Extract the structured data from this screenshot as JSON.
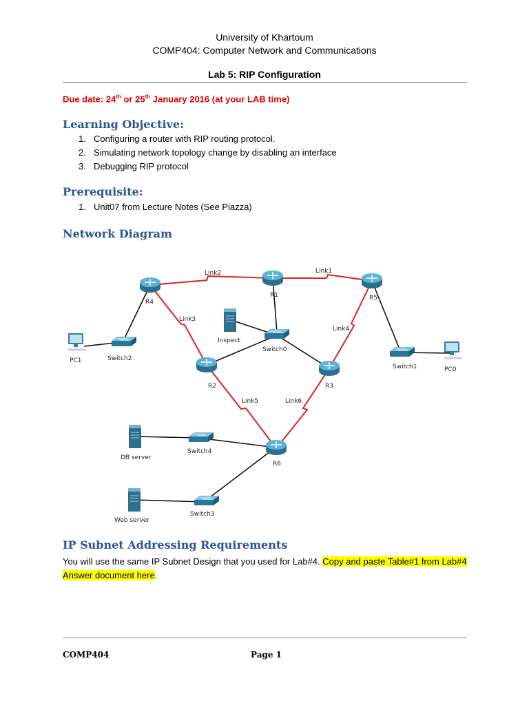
{
  "header": {
    "university": "University of Khartoum",
    "course": "COMP404:  Computer Network and Communications",
    "lab_title": "Lab 5: RIP Configuration"
  },
  "due": {
    "prefix": "Due date: 24",
    "sup1": "th",
    "mid": " or 25",
    "sup2": "th",
    "suffix": " January 2016 (at your LAB time)"
  },
  "learning_objective": {
    "heading": "Learning Objective:",
    "items": [
      {
        "num": "1.",
        "text": "Configuring a router with RIP routing protocol."
      },
      {
        "num": "2.",
        "text": "Simulating network topology change by disabling an interface"
      },
      {
        "num": "3.",
        "text": "Debugging RIP protocol"
      }
    ]
  },
  "prerequisite": {
    "heading": "Prerequisite:",
    "items": [
      {
        "num": "1.",
        "text": "Unit07 from Lecture Notes (See Piazza)"
      }
    ]
  },
  "network_diagram": {
    "heading": "Network Diagram",
    "routers": [
      "R4",
      "R1",
      "R5",
      "R2",
      "R3",
      "R6"
    ],
    "switches": [
      "Switch2",
      "Switch0",
      "Switch1",
      "Switch4",
      "Switch3"
    ],
    "hosts": [
      "PC1",
      "PC0",
      "Inspect",
      "DB server",
      "Web server"
    ],
    "links": [
      "Link1",
      "Link2",
      "Link3",
      "Link4",
      "Link5",
      "Link6"
    ],
    "colors": {
      "serial_link": "#e02020",
      "ethernet_link": "#111111",
      "router": "#3a93b8"
    }
  },
  "ip_subnet": {
    "heading": "IP Subnet Addressing Requirements",
    "text": "You will use the same IP Subnet Design that you used for Lab#4.  ",
    "highlight": "Copy and paste Table#1 from Lab#4 Answer document here",
    "end": "."
  },
  "footer": {
    "left": "COMP404",
    "center": "Page 1"
  }
}
